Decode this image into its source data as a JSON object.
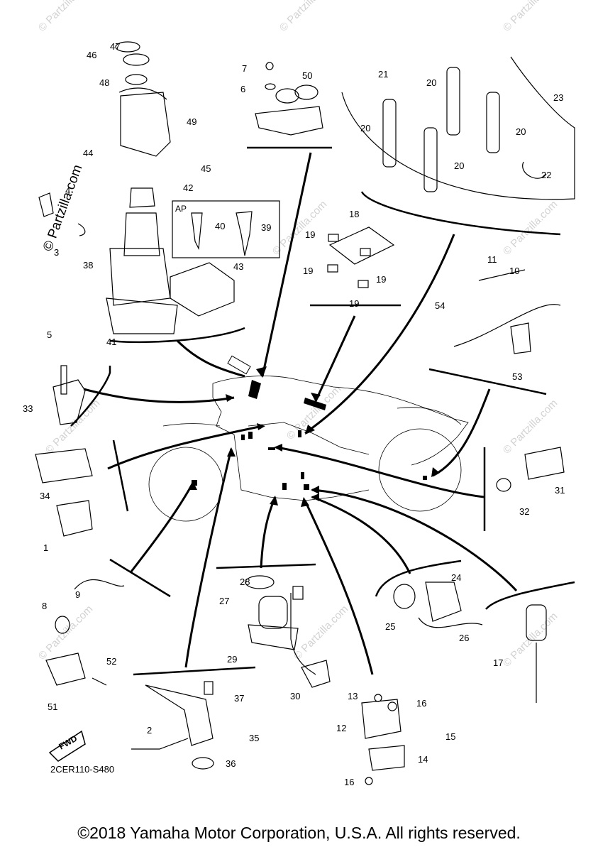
{
  "watermark": "© Partzilla.com",
  "watermark_vertical": "© Partzilla.com",
  "ap_label": "AP",
  "part_code": "2CER110-S480",
  "fwd_label": "FWD",
  "copyright": "©2018 Yamaha Motor Corporation, U.S.A. All rights reserved.",
  "callouts": {
    "c1": "1",
    "c2": "2",
    "c3": "3",
    "c4": "4",
    "c5": "5",
    "c6": "6",
    "c7": "7",
    "c8": "8",
    "c9": "9",
    "c10": "10",
    "c11": "11",
    "c12": "12",
    "c13": "13",
    "c14": "14",
    "c15": "15",
    "c16a": "16",
    "c16b": "16",
    "c17": "17",
    "c18": "18",
    "c19a": "19",
    "c19b": "19",
    "c19c": "19",
    "c19d": "19",
    "c20a": "20",
    "c20b": "20",
    "c20c": "20",
    "c20d": "20",
    "c21": "21",
    "c22": "22",
    "c23": "23",
    "c24": "24",
    "c25": "25",
    "c26": "26",
    "c27": "27",
    "c28": "28",
    "c29": "29",
    "c30": "30",
    "c31": "31",
    "c32": "32",
    "c33": "33",
    "c34": "34",
    "c35": "35",
    "c36": "36",
    "c37": "37",
    "c38": "38",
    "c39": "39",
    "c40": "40",
    "c41": "41",
    "c42": "42",
    "c43": "43",
    "c44": "44",
    "c45": "45",
    "c46": "46",
    "c47": "47",
    "c48": "48",
    "c49": "49",
    "c50": "50",
    "c51": "51",
    "c52": "52",
    "c53": "53",
    "c54": "54"
  }
}
